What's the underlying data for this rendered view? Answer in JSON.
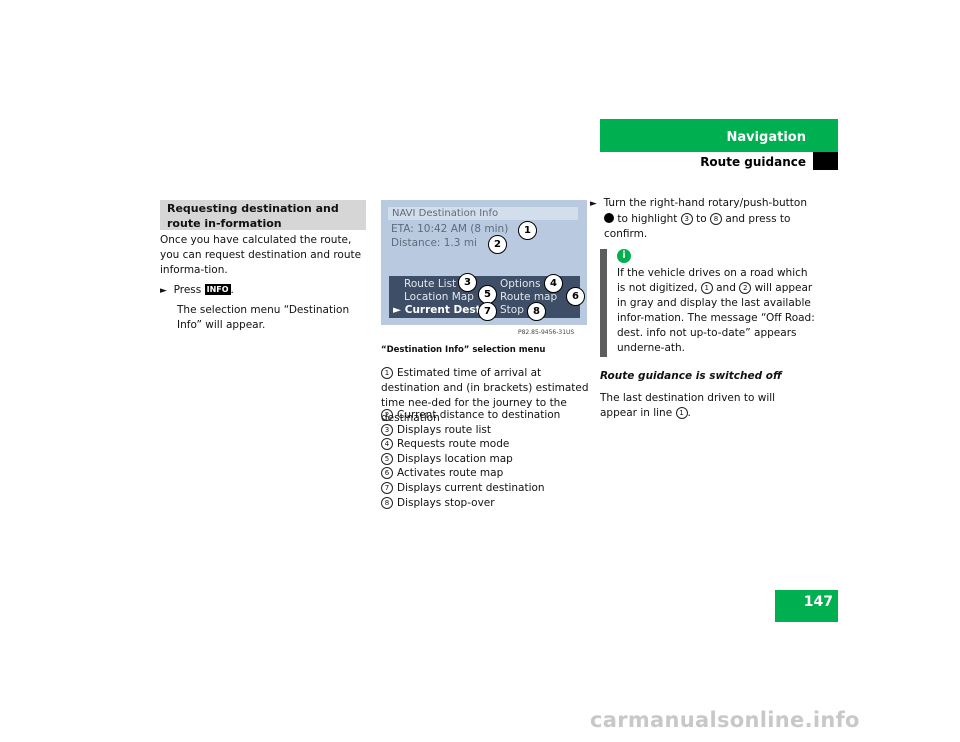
{
  "header": {
    "title": "Navigation",
    "subtitle": "Route guidance"
  },
  "page_number": "147",
  "left": {
    "section_heading": "Requesting destination and route in-formation",
    "intro": "Once you have calculated the route, you can request destination and route informa-tion.",
    "press_prefix": "Press",
    "info_key": "INFO",
    "press_suffix": ".",
    "result": "The selection menu “Destination Info” will appear."
  },
  "screen": {
    "title": "NAVI Destination Info",
    "eta": "ETA: 10:42 AM (8 min)",
    "distance": "Distance: 1.3 mi",
    "menu": {
      "route_list": "Route List",
      "options": "Options",
      "location_map": "Location Map",
      "route_map": "Route map",
      "current_destn": "Current Destn",
      "stop": "Stop"
    },
    "callouts": [
      "1",
      "2",
      "3",
      "4",
      "5",
      "6",
      "7",
      "8"
    ],
    "figure_code": "P82.85-9456-31US"
  },
  "figure_caption": "“Destination Info” selection menu",
  "legend": [
    {
      "n": "1",
      "text": "Estimated time of arrival at destination and (in brackets) estimated time nee-ded for the journey to the destination"
    },
    {
      "n": "2",
      "text": "Current distance to destination"
    },
    {
      "n": "3",
      "text": "Displays route list"
    },
    {
      "n": "4",
      "text": "Requests route mode"
    },
    {
      "n": "5",
      "text": "Displays location map"
    },
    {
      "n": "6",
      "text": "Activates route map"
    },
    {
      "n": "7",
      "text": "Displays current destination"
    },
    {
      "n": "8",
      "text": "Displays stop-over"
    }
  ],
  "right": {
    "step_a": "Turn the right-hand rotary/push-button",
    "step_b": "to highlight",
    "step_from": "3",
    "step_to_word": "to",
    "step_to": "8",
    "step_c": "and press to confirm.",
    "note_icon": "i",
    "note_a": "If the vehicle drives on a road which is not digitized,",
    "note_n1": "1",
    "note_and": "and",
    "note_n2": "2",
    "note_b": "will appear in gray and display the last available infor-mation. The message “Off Road: dest. info not up-to-date” appears underne-ath.",
    "heading": "Route guidance is switched off",
    "body_a": "The last destination driven to will appear in line",
    "body_n": "1",
    "body_end": "."
  },
  "watermark": "carmanualsonline.info"
}
